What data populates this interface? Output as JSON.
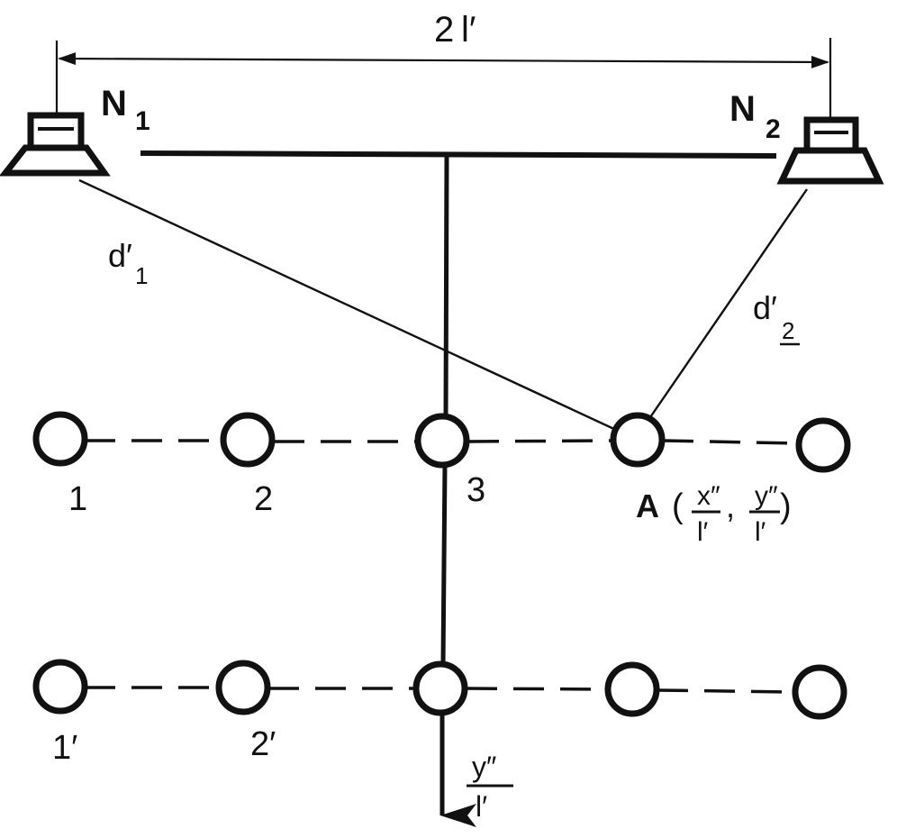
{
  "labels": {
    "width_label_num": "2",
    "width_label_sym": "l′",
    "speaker1_name": "N",
    "speaker1_sub": "1",
    "speaker2_name": "N",
    "speaker2_sub": "2",
    "distance1_sym": "d′",
    "distance1_sub": "1",
    "distance2_sym": "d′",
    "distance2_sub": "2",
    "seat1": "1",
    "seat2": "2",
    "seat3": "3",
    "point_a": "A",
    "frac_x_num": "x″",
    "frac_y_num": "y″",
    "frac_den": "l′",
    "paren_open": "(",
    "comma": ",",
    "paren_close": ")",
    "row2_seat1": "1′",
    "row2_seat2": "2′",
    "axis_num": "y″",
    "axis_den": "l′"
  },
  "icons": {
    "speaker_left": "loudspeaker-icon",
    "speaker_right": "loudspeaker-icon"
  },
  "colors": {
    "ink": "#111111",
    "paper": "#ffffff"
  }
}
